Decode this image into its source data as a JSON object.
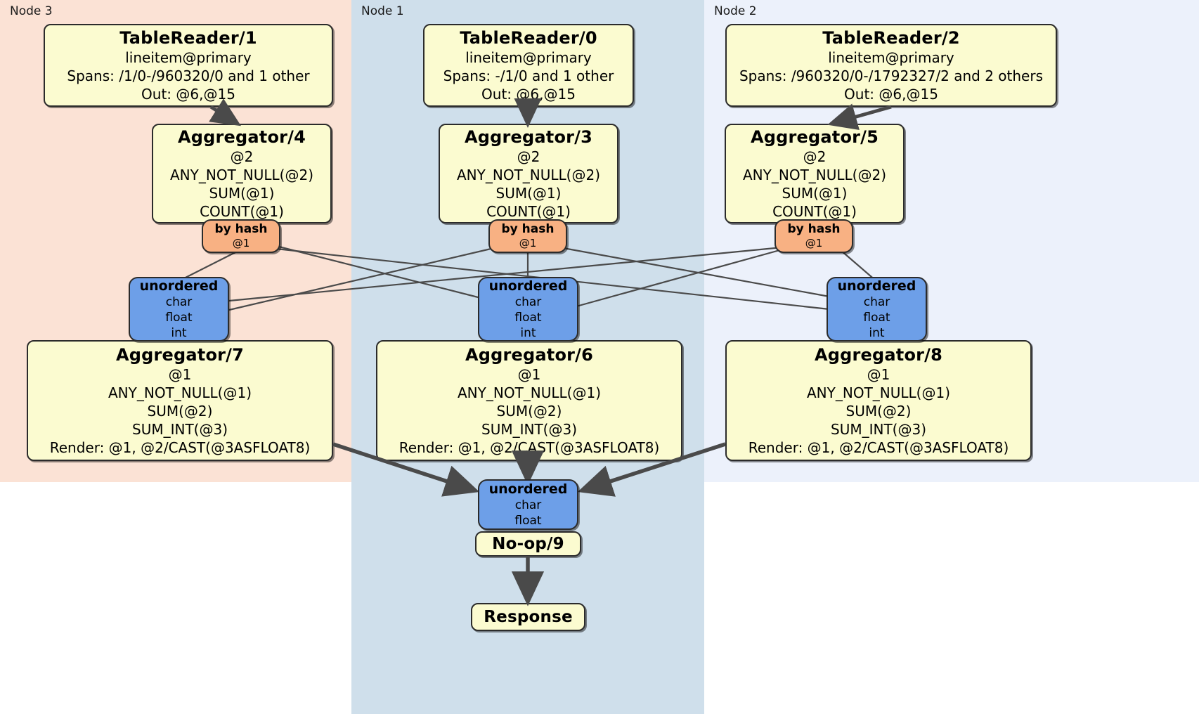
{
  "diagram": {
    "title": "Distributed SQL physical plan",
    "colors": {
      "node3_panel": "#fbe2d5",
      "node1_panel": "#cfdfeb",
      "node2_panel": "#ecf1fb",
      "processor_box": "#fbfbd0",
      "router_box": "#f8b183",
      "sync_box": "#6d9fe8",
      "edge_stroke": "#4a4a4a",
      "box_border": "#2b2b2b"
    }
  },
  "panels": [
    {
      "id": "node3",
      "label": "Node 3"
    },
    {
      "id": "node1",
      "label": "Node 1"
    },
    {
      "id": "node2",
      "label": "Node 2"
    }
  ],
  "table_readers": [
    {
      "id": "tr1",
      "title": "TableReader/1",
      "lines": [
        "lineitem@primary",
        "Spans: /1/0-/960320/0 and 1 other",
        "Out: @6,@15"
      ]
    },
    {
      "id": "tr0",
      "title": "TableReader/0",
      "lines": [
        "lineitem@primary",
        "Spans: -/1/0 and 1 other",
        "Out: @6,@15"
      ]
    },
    {
      "id": "tr2",
      "title": "TableReader/2",
      "lines": [
        "lineitem@primary",
        "Spans: /960320/0-/1792327/2 and 2 others",
        "Out: @6,@15"
      ]
    }
  ],
  "aggregators_top": [
    {
      "id": "agg4",
      "title": "Aggregator/4",
      "lines": [
        "@2",
        "ANY_NOT_NULL(@2)",
        "SUM(@1)",
        "COUNT(@1)"
      ]
    },
    {
      "id": "agg3",
      "title": "Aggregator/3",
      "lines": [
        "@2",
        "ANY_NOT_NULL(@2)",
        "SUM(@1)",
        "COUNT(@1)"
      ]
    },
    {
      "id": "agg5",
      "title": "Aggregator/5",
      "lines": [
        "@2",
        "ANY_NOT_NULL(@2)",
        "SUM(@1)",
        "COUNT(@1)"
      ]
    }
  ],
  "routers": [
    {
      "id": "hash-left",
      "title": "by hash",
      "lines": [
        "@1"
      ]
    },
    {
      "id": "hash-center",
      "title": "by hash",
      "lines": [
        "@1"
      ]
    },
    {
      "id": "hash-right",
      "title": "by hash",
      "lines": [
        "@1"
      ]
    }
  ],
  "syncs_mid": [
    {
      "id": "sync-left",
      "title": "unordered",
      "lines": [
        "char",
        "float",
        "int"
      ]
    },
    {
      "id": "sync-center",
      "title": "unordered",
      "lines": [
        "char",
        "float",
        "int"
      ]
    },
    {
      "id": "sync-right",
      "title": "unordered",
      "lines": [
        "char",
        "float",
        "int"
      ]
    }
  ],
  "aggregators_bottom": [
    {
      "id": "agg7",
      "title": "Aggregator/7",
      "lines": [
        "@1",
        "ANY_NOT_NULL(@1)",
        "SUM(@2)",
        "SUM_INT(@3)",
        "Render: @1, @2/CAST(@3ASFLOAT8)"
      ]
    },
    {
      "id": "agg6",
      "title": "Aggregator/6",
      "lines": [
        "@1",
        "ANY_NOT_NULL(@1)",
        "SUM(@2)",
        "SUM_INT(@3)",
        "Render: @1, @2/CAST(@3ASFLOAT8)"
      ]
    },
    {
      "id": "agg8",
      "title": "Aggregator/8",
      "lines": [
        "@1",
        "ANY_NOT_NULL(@1)",
        "SUM(@2)",
        "SUM_INT(@3)",
        "Render: @1, @2/CAST(@3ASFLOAT8)"
      ]
    }
  ],
  "final_sync": {
    "id": "sync-final",
    "title": "unordered",
    "lines": [
      "char",
      "float"
    ]
  },
  "noop": {
    "id": "noop9",
    "title": "No-op/9"
  },
  "response": {
    "id": "response",
    "title": "Response"
  }
}
